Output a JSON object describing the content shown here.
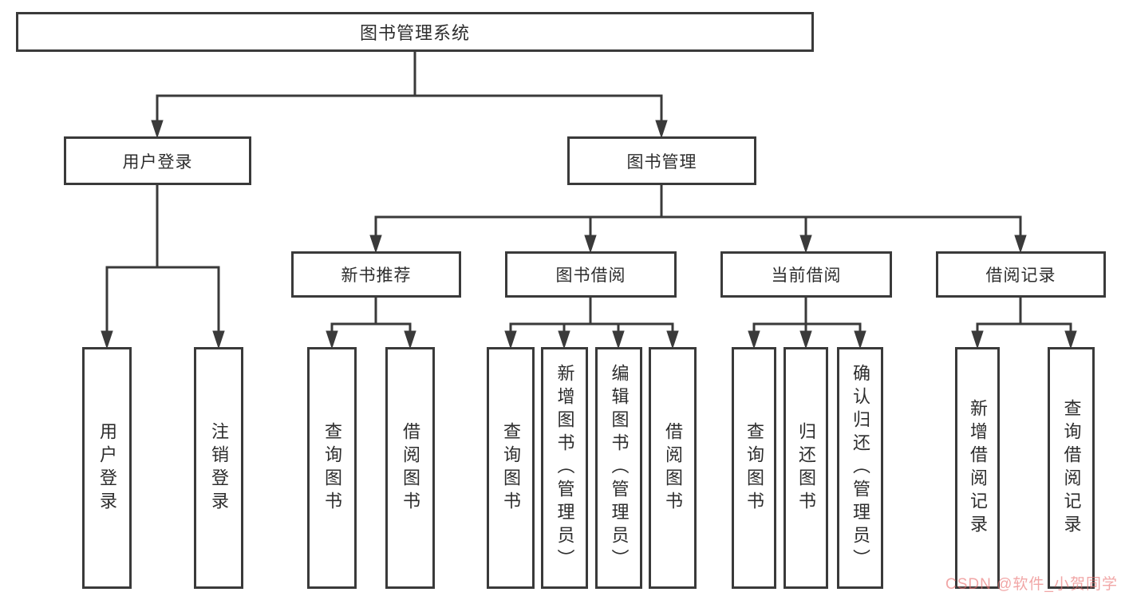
{
  "colors": {
    "line": "#3a3a3a",
    "border": "#3a3a3a",
    "text": "#2d2d2d",
    "background": "#ffffff",
    "watermark": "#e97070"
  },
  "watermark": {
    "text": "CSDN @软件_小贺同学"
  },
  "tree": {
    "root": {
      "label": "图书管理系统"
    },
    "branches": [
      {
        "label": "用户登录",
        "children": [
          {
            "label": "用户登录"
          },
          {
            "label": "注销登录"
          }
        ]
      },
      {
        "label": "图书管理",
        "children": [
          {
            "label": "新书推荐",
            "children": [
              {
                "label": "查询图书"
              },
              {
                "label": "借阅图书"
              }
            ]
          },
          {
            "label": "图书借阅",
            "children": [
              {
                "label": "查询图书"
              },
              {
                "label": "新增图书（管理员）"
              },
              {
                "label": "编辑图书（管理员）"
              },
              {
                "label": "借阅图书"
              }
            ]
          },
          {
            "label": "当前借阅",
            "children": [
              {
                "label": "查询图书"
              },
              {
                "label": "归还图书"
              },
              {
                "label": "确认归还（管理员）"
              }
            ]
          },
          {
            "label": "借阅记录",
            "children": [
              {
                "label": "新增借阅记录"
              },
              {
                "label": "查询借阅记录"
              }
            ]
          }
        ]
      }
    ]
  }
}
